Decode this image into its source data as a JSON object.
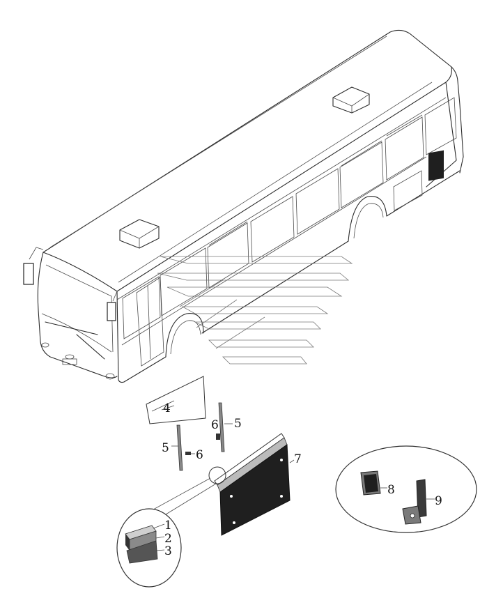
{
  "diagram": {
    "callouts": {
      "c1": "1",
      "c2": "2",
      "c3": "3",
      "c4": "4",
      "c5a": "5",
      "c5b": "5",
      "c6a": "6",
      "c6b": "6",
      "c7": "7",
      "c8": "8",
      "c9": "9"
    },
    "colors": {
      "line": "#2a2a2a",
      "panel_dark": "#1f1f1f",
      "glass_tint": "#cfcfcf",
      "part_gray": "#8a8a8a"
    }
  }
}
